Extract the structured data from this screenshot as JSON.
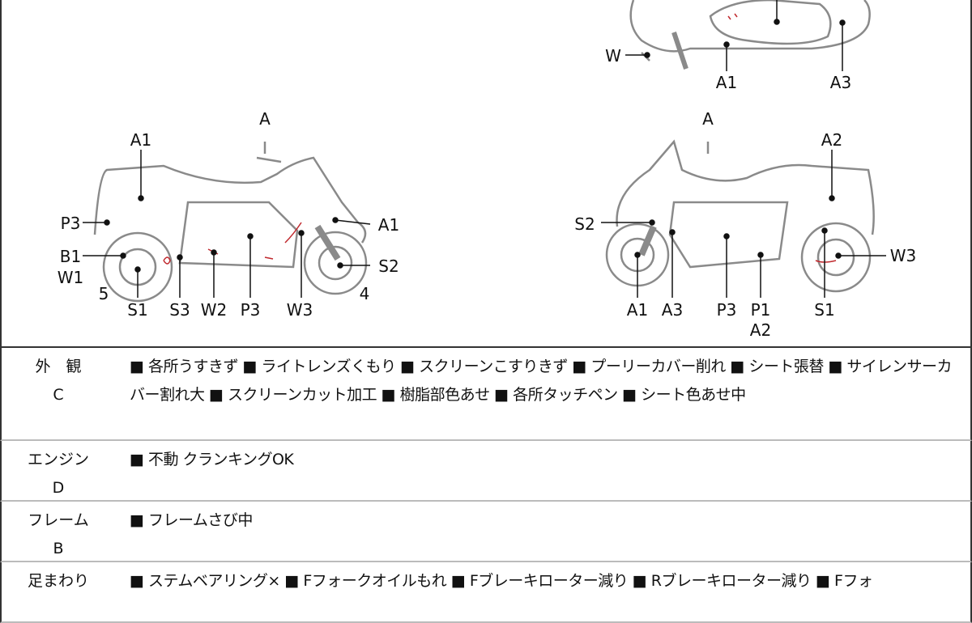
{
  "diagram": {
    "top_view": {
      "w": "W",
      "a1": "A1",
      "a3": "A3"
    },
    "left_view": {
      "a1_top": "A1",
      "a": "A",
      "p3_left": "P3",
      "a1_right": "A1",
      "b1": "B1",
      "w1": "W1",
      "s2": "S2",
      "num5": "5",
      "num4": "4",
      "s1": "S1",
      "s3": "S3",
      "w2": "W2",
      "p3_bottom": "P3",
      "w3": "W3"
    },
    "right_view": {
      "a": "A",
      "a2_top": "A2",
      "s2": "S2",
      "w3": "W3",
      "a1": "A1",
      "a3": "A3",
      "p3": "P3",
      "p1": "P1",
      "a2_bottom": "A2",
      "s1": "S1"
    }
  },
  "table": [
    {
      "label1": "外　観",
      "label2": "C",
      "text": "■ 各所うすきず ■ ライトレンズくもり ■ スクリーンこすりきず ■ プーリーカバー削れ ■ シート張替 ■ サイレンサーカバー割れ大 ■ スクリーンカット加工 ■ 樹脂部色あせ ■ 各所タッチペン ■ シート色あせ中"
    },
    {
      "label1": "エンジン",
      "label2": "D",
      "text": "■ 不動 クランキングOK"
    },
    {
      "label1": "フレーム",
      "label2": "B",
      "text": "■ フレームさび中"
    },
    {
      "label1": "足まわり",
      "label2": "",
      "text": "■ ステムベアリング× ■ Fフォークオイルもれ ■ Fブレーキローター減り ■ Rブレーキローター減り ■ Fフォ"
    }
  ],
  "colors": {
    "outline": "#8a8a8a",
    "mark": "#c0282d"
  }
}
